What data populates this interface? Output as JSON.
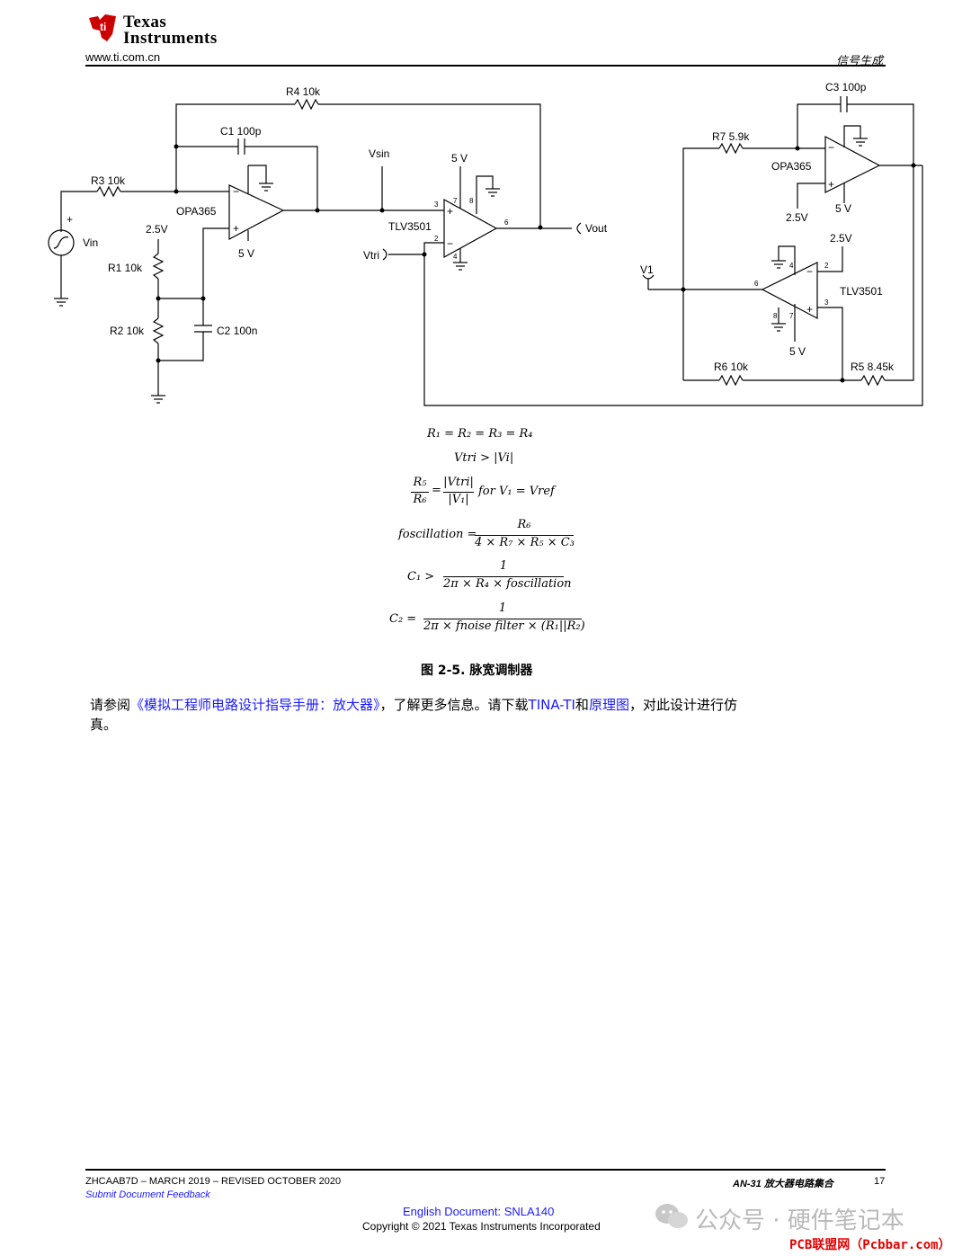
{
  "header": {
    "logo_line1": "Texas",
    "logo_line2": "Instruments",
    "url": "www.ti.com.cn",
    "section": "信号生成"
  },
  "schematic": {
    "labels": {
      "r4": "R4 10k",
      "c1": "C1 100p",
      "r3": "R3 10k",
      "opa1": "OPA365",
      "vsin": "Vsin",
      "v5_a": "5 V",
      "v5_b": "5 V",
      "v25_a": "2.5V",
      "r1": "R1 10k",
      "r2": "R2 10k",
      "c2": "C2 100n",
      "vin": "Vin",
      "tlv1": "TLV3501",
      "vtri": "Vtri",
      "vout": "Vout",
      "c3": "C3 100p",
      "r7": "R7 5.9k",
      "opa2": "OPA365",
      "v25_b": "2.5V",
      "v5_c": "5 V",
      "v25_c": "2.5V",
      "v1": "V1",
      "tlv2": "TLV3501",
      "v5_d": "5 V",
      "r6": "R6 10k",
      "r5": "R5 8.45k"
    }
  },
  "equations": {
    "eq1": "R₁ = R₂ = R₃ = R₄",
    "eq2": "Vtri > |Vi|",
    "eq3_num1": "R₅",
    "eq3_den1": "R₆",
    "eq3_num2": "|Vtri|",
    "eq3_den2": "|V₁|",
    "eq3_tail": "for V₁ = Vref",
    "eq4_lhs": "foscillation =",
    "eq4_num": "R₆",
    "eq4_den": "4 × R₇ × R₅ × C₃",
    "eq5_lhs": "C₁ >",
    "eq5_num": "1",
    "eq5_den": "2π × R₄ × foscillation",
    "eq6_lhs": "C₂ =",
    "eq6_num": "1",
    "eq6_den": "2π × fnoise filter × (R₁||R₂)"
  },
  "figure": {
    "caption_prefix": "图",
    "caption_number": "2-5.",
    "caption_title": "脉宽调制器"
  },
  "body": {
    "p1_a": "请参阅",
    "p1_link1": "《模拟工程师电路设计指导手册：放大器》",
    "p1_b": "，了解更多信息。请下载",
    "p1_link2": "TINA-TI",
    "p1_c": "和",
    "p1_link3": "原理图",
    "p1_d": "，对此设计进行仿",
    "p1_e": "真。"
  },
  "footer": {
    "doc_id": "ZHCAAB7D – MARCH 2019 – REVISED OCTOBER 2020",
    "feedback": "Submit Document Feedback",
    "title": "AN-31 放大器电路集合",
    "page": "17",
    "english_doc": "English Document: SNLA140",
    "copyright": "Copyright © 2021 Texas Instruments Incorporated"
  },
  "watermark": {
    "text": "公众号 · 硬件笔记本",
    "pcbbar": "PCB联盟网（Pcbbar.com）"
  },
  "colors": {
    "link": "#1a1aff",
    "logo": "#cc0000",
    "watermark_red": "#e40000"
  }
}
